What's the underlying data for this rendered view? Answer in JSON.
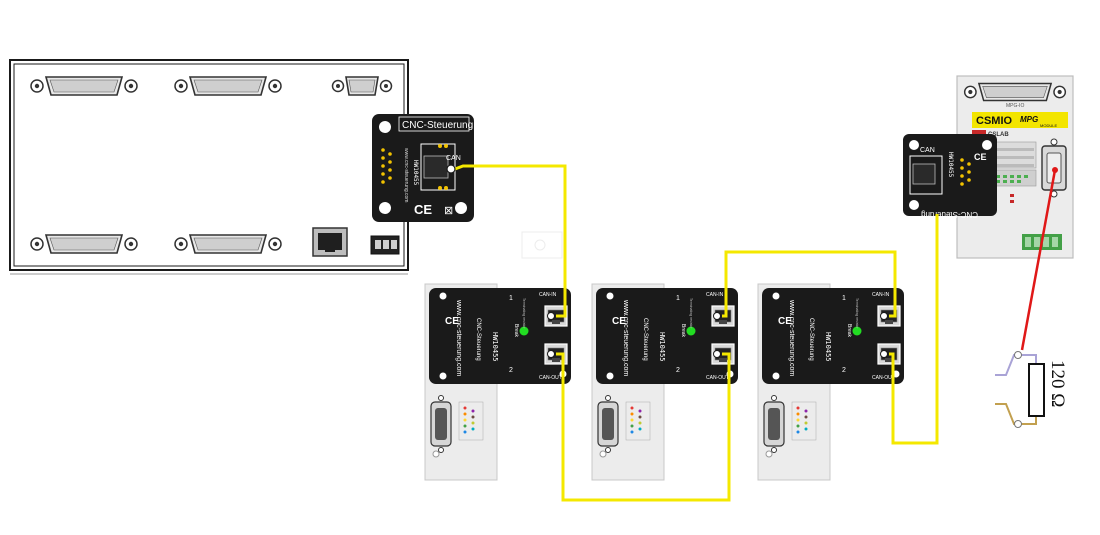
{
  "controller": {
    "ethernet_label": "",
    "io_label": ""
  },
  "can_adapter_left": {
    "brand": "CNC-Steuerung",
    "url": "www.cnc-steuerung.com",
    "model": "HW10455",
    "can_label": "CAN",
    "ce_mark": "CE",
    "weee_mark": "⊠"
  },
  "can_adapter_right": {
    "brand": "CNC-Steuerung",
    "model": "HW10455",
    "can_label": "CAN",
    "ce_mark": "CE"
  },
  "mpg_module": {
    "brand_a": "CSMIO",
    "brand_b": "MPG",
    "brand_sub": "MODULE",
    "maker": "CSLAB",
    "port_label": "MPG-IO"
  },
  "distributors": [
    {
      "brand": "CNC-Steuerung",
      "url": "www.cnc-steuerung.com",
      "model": "HW10455",
      "can_top": "CAN-IN",
      "can_bottom": "CAN-OUT",
      "pos1": "1",
      "pos2": "2",
      "break_label": "Break",
      "switch_text": "Terminating resistor"
    },
    {
      "brand": "CNC-Steuerung",
      "url": "www.cnc-steuerung.com",
      "model": "HW10455",
      "can_top": "CAN-IN",
      "can_bottom": "CAN-OUT",
      "pos1": "1",
      "pos2": "2",
      "break_label": "Break",
      "switch_text": "Terminating resistor"
    },
    {
      "brand": "CNC-Steuerung",
      "url": "www.cnc-steuerung.com",
      "model": "HW10455",
      "can_top": "CAN-IN",
      "can_bottom": "CAN-OUT",
      "pos1": "1",
      "pos2": "2",
      "break_label": "Break",
      "switch_text": "Terminating resistor"
    }
  ],
  "resistor": {
    "label": "120 Ω"
  },
  "colors": {
    "can_wire": "#f4e800",
    "resistor_wire": "#e01818",
    "module_black": "#1a1a1a",
    "status_led": "#22dd22"
  }
}
